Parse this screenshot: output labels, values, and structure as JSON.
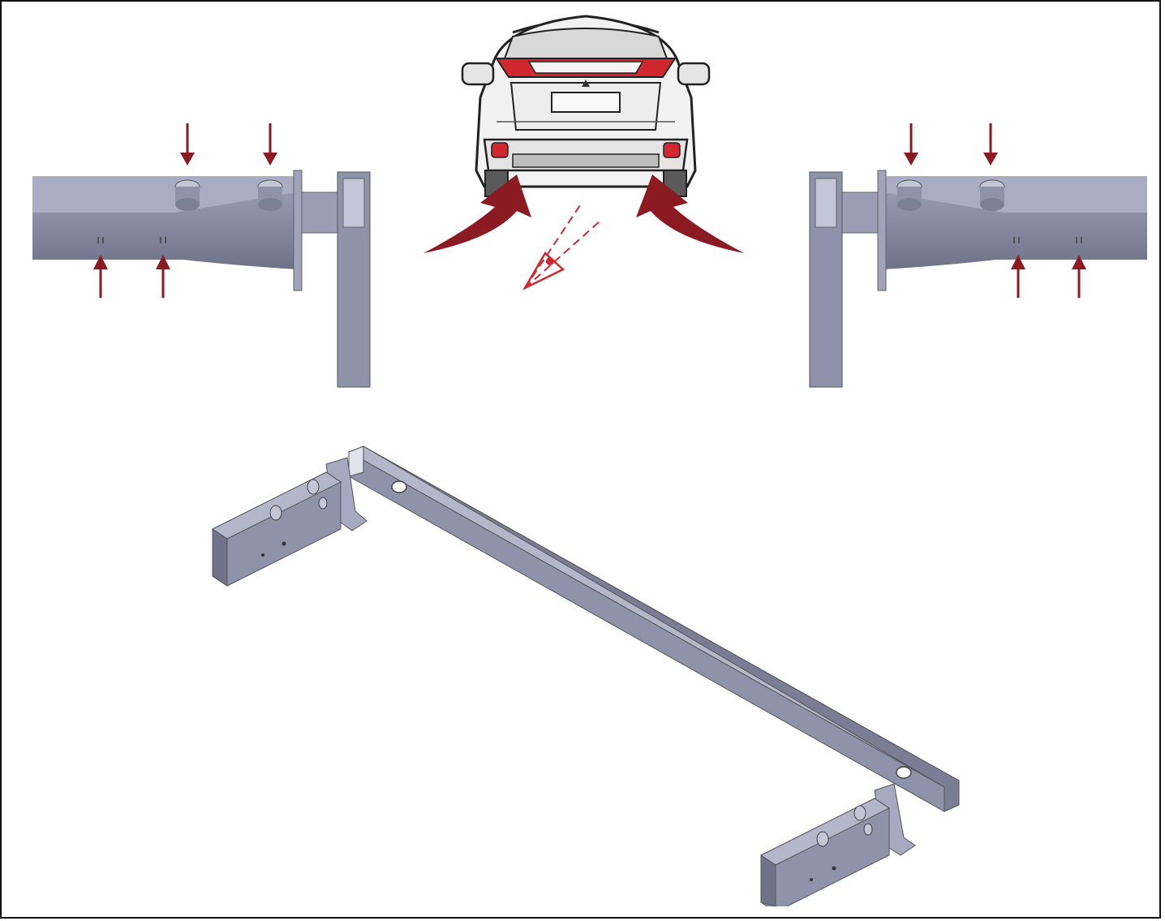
{
  "illustration": {
    "frame_color": "#111111",
    "accent_color": "#8b1a22",
    "lamp_color": "#d0282e",
    "steel_color": "#8f93aa",
    "steel_dark_color": "#6f7288",
    "steel_light_color": "#c3c6d6",
    "panels": {
      "car_view": {
        "icon": "rear-view-car-icon",
        "indicator": "eye-viewpoint-icon"
      },
      "left_detail": {
        "icon": "left-mount-bracket-detail",
        "down_arrows": 2,
        "up_arrows": 2
      },
      "right_detail": {
        "icon": "right-mount-bracket-detail",
        "down_arrows": 2,
        "up_arrows": 2
      },
      "crossbar": {
        "icon": "tow-bar-crossbeam-assembly"
      }
    }
  }
}
